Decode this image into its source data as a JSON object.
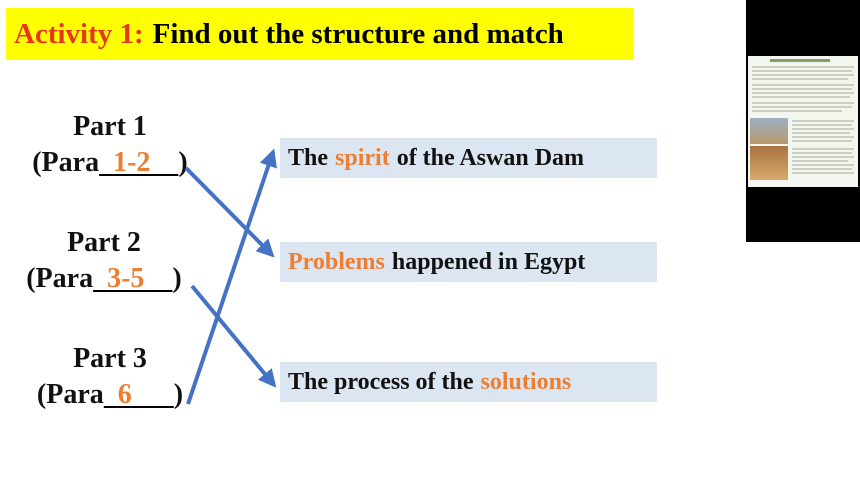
{
  "title": {
    "activity": "Activity 1:",
    "text": "Find out the structure and match"
  },
  "parts": [
    {
      "label": "Part 1",
      "para_open": "(Para",
      "answer": "1-2",
      "close": ")"
    },
    {
      "label": "Part 2",
      "para_open": "(Para",
      "answer": "3-5",
      "close": ")"
    },
    {
      "label": "Part 3",
      "para_open": "(Para",
      "answer": "6",
      "close": ")"
    }
  ],
  "options": [
    {
      "pre": "The",
      "highlight": "spirit",
      "post": "of the Aswan Dam"
    },
    {
      "pre": "",
      "highlight": "Problems",
      "post": "happened in Egypt"
    },
    {
      "pre": "The process of the",
      "highlight": "solutions",
      "post": ""
    }
  ],
  "colors": {
    "title_bg": "#ffff00",
    "activity_red": "#e8361b",
    "answer_orange": "#ed7d31",
    "box_bg": "#dce6f2",
    "arrow_blue": "#4472c4"
  }
}
